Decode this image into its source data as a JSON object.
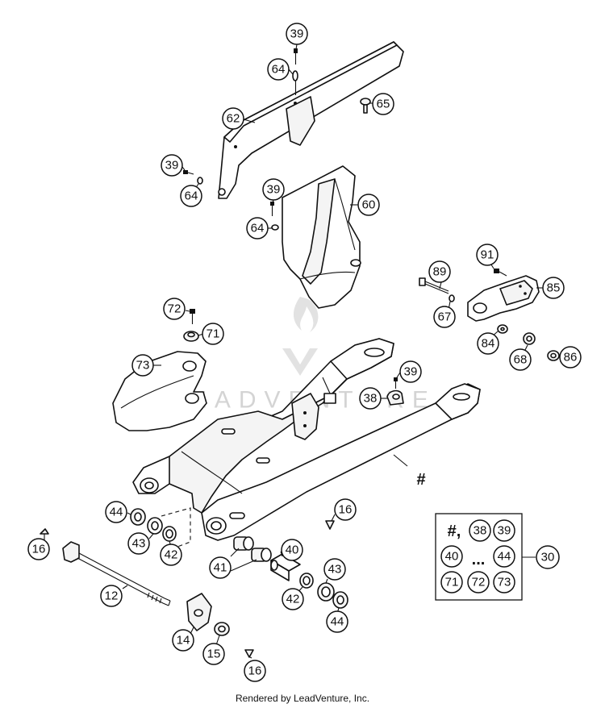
{
  "callouts": {
    "c39a": "39",
    "c64a": "64",
    "c65": "65",
    "c62": "62",
    "c39b": "39",
    "c64b": "64",
    "c39c": "39",
    "c64c": "64",
    "c60": "60",
    "c89": "89",
    "c91": "91",
    "c85": "85",
    "c67": "67",
    "c84": "84",
    "c68": "68",
    "c86": "86",
    "c72": "72",
    "c71": "71",
    "c73": "73",
    "c39d": "39",
    "c38": "38",
    "c44a": "44",
    "c43a": "43",
    "c42a": "42",
    "c16a": "16",
    "c16b": "16",
    "c12": "12",
    "c41": "41",
    "c40": "40",
    "c43b": "43",
    "c42b": "42",
    "c44b": "44",
    "c14": "14",
    "c15": "15",
    "c16c": "16"
  },
  "frame_label": "#",
  "legend": {
    "hash": "#,",
    "n38": "38",
    "n39": "39",
    "n40": "40",
    "ellipsis": "...",
    "n44": "44",
    "n71": "71",
    "n72": "72",
    "n73": "73",
    "assembly": "30"
  },
  "watermark": "LEADVENTURE",
  "footer": "Rendered by LeadVenture, Inc."
}
